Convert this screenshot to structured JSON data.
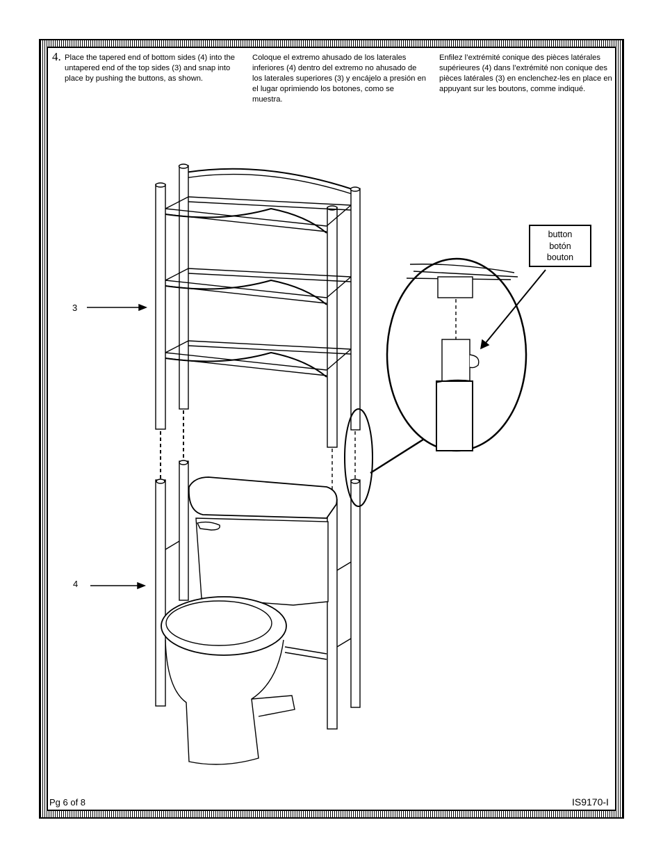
{
  "step": {
    "number": "4.",
    "text_en": "Place the tapered end of bottom sides (4) into the untapered end of the top sides (3) and snap into place by pushing the buttons, as shown.",
    "text_es": "Coloque el extremo ahusado de los laterales inferiores (4) dentro del extremo no ahusado de los laterales superiores (3) y encájelo a presión en el lugar oprimiendo los botones, como se muestra.",
    "text_fr": "Enfilez l’extrémité conique des pièces latérales supérieures (4) dans l’extrémité non conique des pièces latérales (3) en enclenchez-les en place en appuyant sur les boutons, comme indiqué."
  },
  "callout": {
    "line_en": "button",
    "line_es": "botón",
    "line_fr": "bouton"
  },
  "part_labels": {
    "top_sides": "3",
    "bottom_sides": "4"
  },
  "footer": {
    "page": "Pg 6 of 8",
    "doc_code": "IS9170-I"
  }
}
